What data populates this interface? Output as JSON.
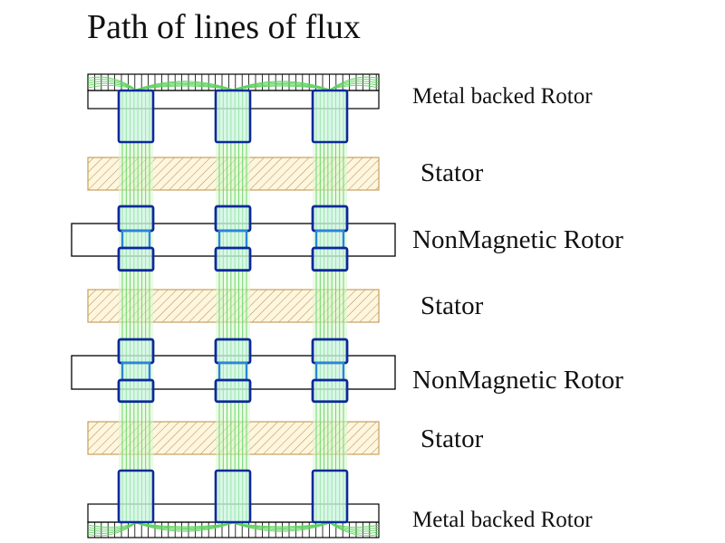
{
  "title": "Path of lines of flux",
  "colors": {
    "background": "#ffffff",
    "flux_line": "#5fd35f",
    "flux_fill": "#d8f7d0",
    "magnet_border": "#0a2a9a",
    "magnet_fill": "#c9f3ec",
    "spacer_border": "#2a86d8",
    "stator_border": "#c8a060",
    "stator_fill": "#fff6dc",
    "stator_hatch": "#9a8060",
    "rotor_outline": "#000000"
  },
  "layers": [
    {
      "id": "top-rotor",
      "type": "metal-backed-rotor",
      "label": "Metal backed Rotor",
      "orientation": "top"
    },
    {
      "id": "stator-1",
      "type": "stator",
      "label": "Stator"
    },
    {
      "id": "nonmag-rotor-1",
      "type": "nonmagnetic-rotor",
      "label": "NonMagnetic Rotor"
    },
    {
      "id": "stator-2",
      "type": "stator",
      "label": "Stator"
    },
    {
      "id": "nonmag-rotor-2",
      "type": "nonmagnetic-rotor",
      "label": "NonMagnetic Rotor"
    },
    {
      "id": "stator-3",
      "type": "stator",
      "label": "Stator"
    },
    {
      "id": "bottom-rotor",
      "type": "metal-backed-rotor",
      "label": "Metal backed Rotor",
      "orientation": "bottom"
    }
  ],
  "magnet_columns": 3,
  "flux_lines_per_column": 8
}
